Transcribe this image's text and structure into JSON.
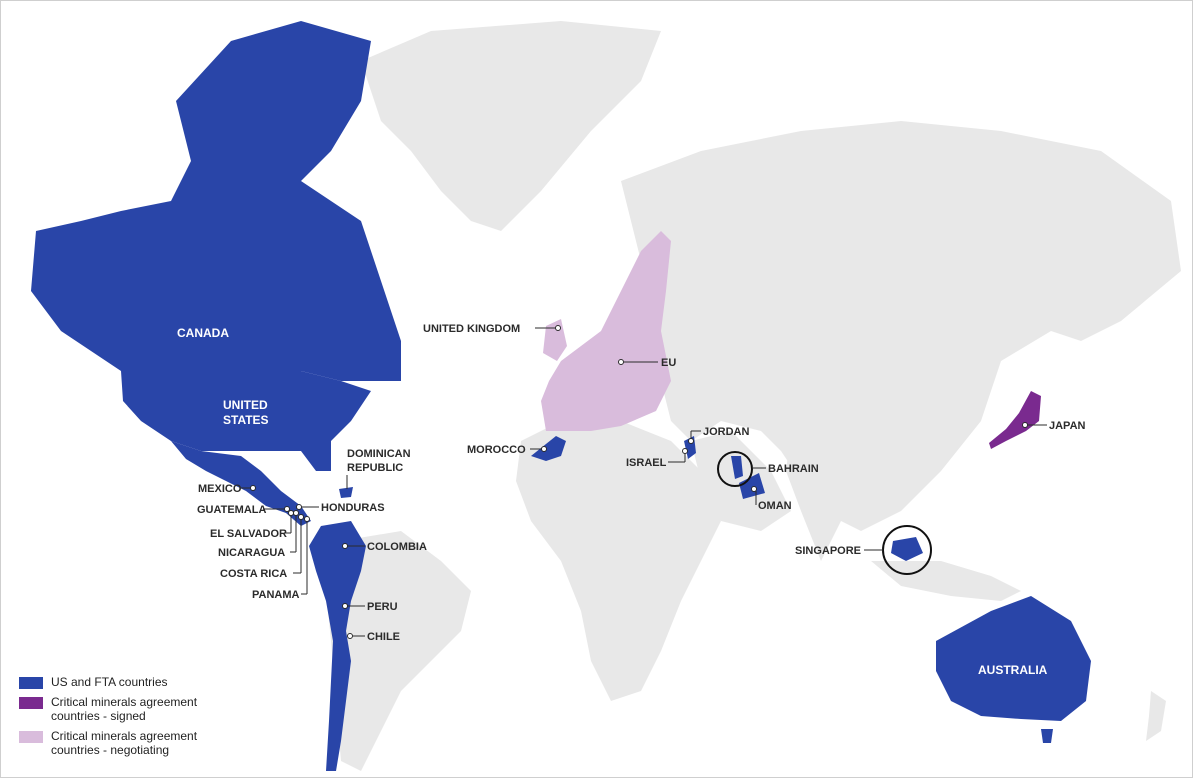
{
  "colors": {
    "fta": "#2945a8",
    "signed": "#7a2a8f",
    "negotiating": "#d9bcdc",
    "land": "#e8e8e8"
  },
  "labels": {
    "canada": "CANADA",
    "united_states_1": "UNITED",
    "united_states_2": "STATES",
    "australia": "AUSTRALIA",
    "dominican_1": "DOMINICAN",
    "dominican_2": "REPUBLIC",
    "mexico": "MEXICO",
    "guatemala": "GUATEMALA",
    "honduras": "HONDURAS",
    "el_salvador": "EL SALVADOR",
    "nicaragua": "NICARAGUA",
    "costa_rica": "COSTA RICA",
    "panama": "PANAMA",
    "colombia": "COLOMBIA",
    "peru": "PERU",
    "chile": "CHILE",
    "united_kingdom": "UNITED KINGDOM",
    "eu": "EU",
    "morocco": "MOROCCO",
    "jordan": "JORDAN",
    "israel": "ISRAEL",
    "bahrain": "BAHRAIN",
    "oman": "OMAN",
    "japan": "JAPAN",
    "singapore": "SINGAPORE"
  },
  "legend": [
    {
      "label": "US and FTA countries",
      "color": "#2945a8"
    },
    {
      "label": "Critical minerals agreement countries - signed",
      "color": "#7a2a8f"
    },
    {
      "label": "Critical minerals agreement countries - negotiating",
      "color": "#d9bcdc"
    }
  ]
}
